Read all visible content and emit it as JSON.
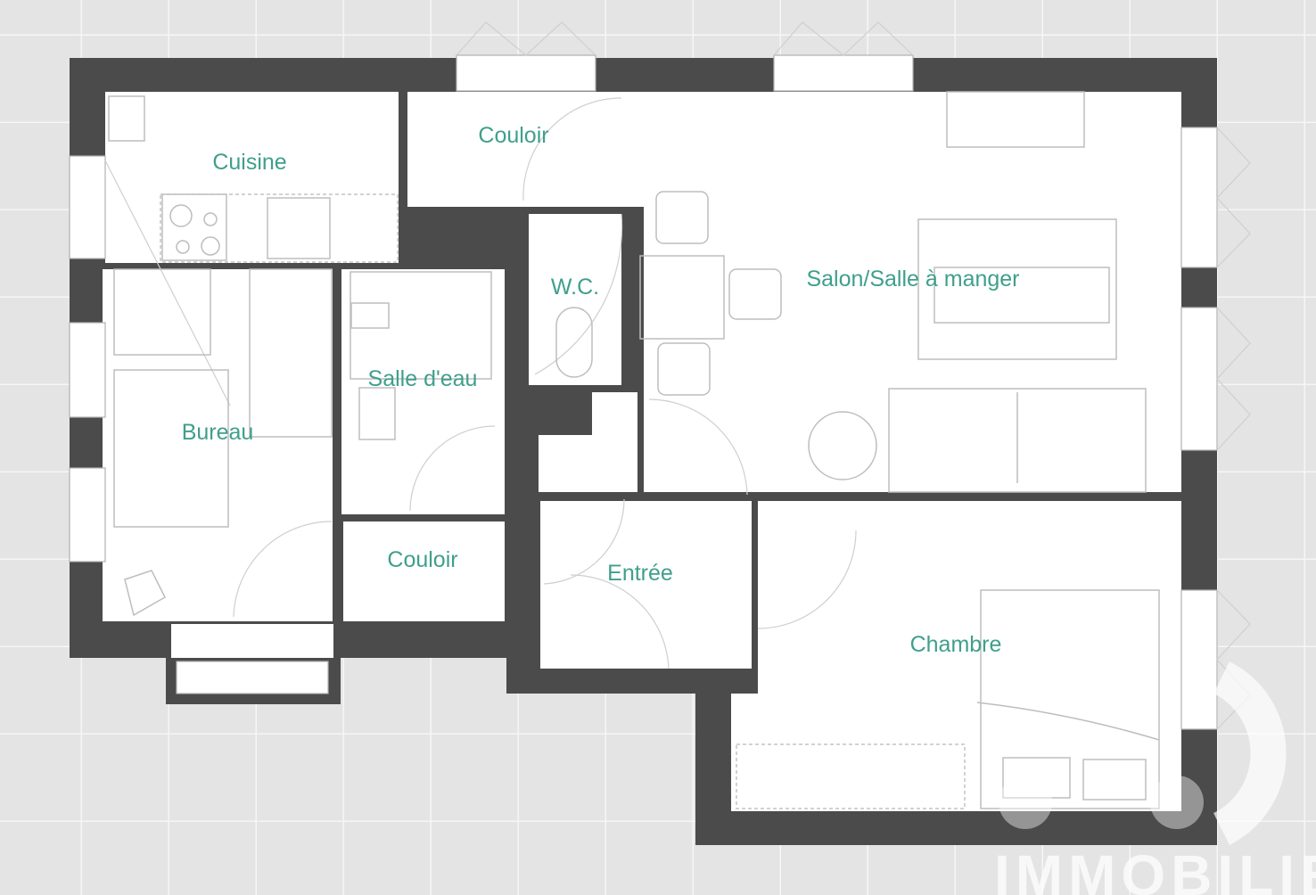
{
  "plan": {
    "rooms": {
      "cuisine": "Cuisine",
      "couloir_top": "Couloir",
      "wc": "W.C.",
      "salon": "Salon/Salle à manger",
      "salle_eau": "Salle d'eau",
      "bureau": "Bureau",
      "couloir_bottom": "Couloir",
      "entree": "Entrée",
      "chambre": "Chambre"
    },
    "colors": {
      "label": "#3f9f8c",
      "wall": "#4b4b4b",
      "background": "#e4e4e4"
    }
  },
  "watermark": {
    "text": "IMMOBILIER"
  }
}
